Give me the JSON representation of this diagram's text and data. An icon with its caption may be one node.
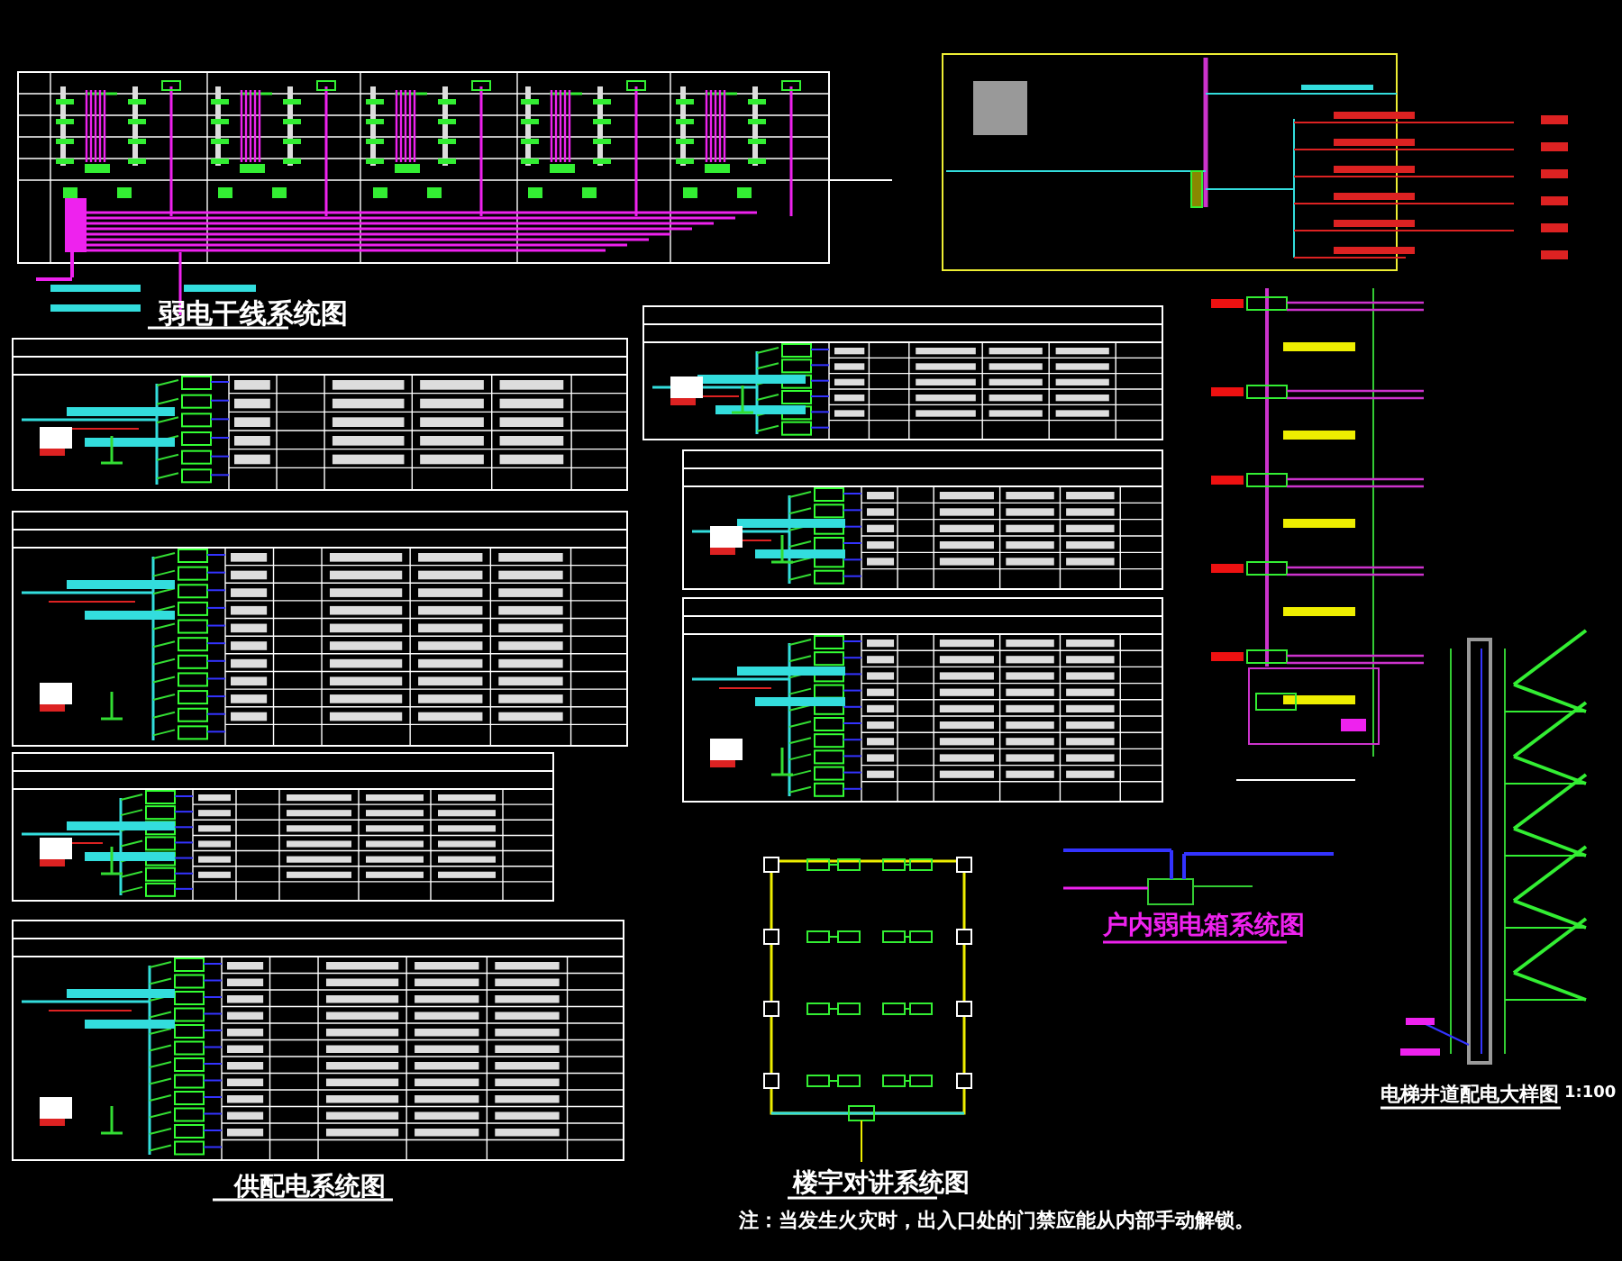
{
  "diagram": {
    "labels": [
      "弱电干线系统图",
      "户内弱电箱系统图",
      "电梯井道配电大样图",
      "1:100",
      "供配电系统图",
      "楼宇对讲系统图",
      "注：当发生火灾时，出入口处的门禁应能从内部手动解锁。"
    ]
  }
}
